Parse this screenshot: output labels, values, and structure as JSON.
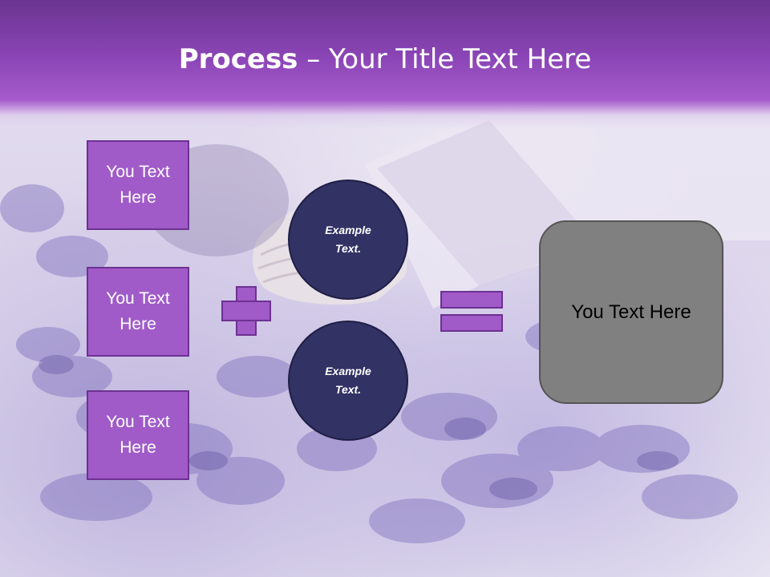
{
  "slide": {
    "title_strong": "Process",
    "title_rest": " – Your Title Text Here"
  },
  "left_boxes": [
    {
      "label": "You Text Here"
    },
    {
      "label": "You Text Here"
    },
    {
      "label": "You Text Here"
    }
  ],
  "circles": [
    {
      "label": "Example Text."
    },
    {
      "label": "Example Text."
    }
  ],
  "result": {
    "label": "You Text Here"
  },
  "colors": {
    "header_purple": "#8b45b6",
    "box_fill": "#a05bc8",
    "box_border": "#6d3192",
    "circle_fill": "#333264",
    "result_fill": "#808080"
  },
  "icons": [
    "plus-icon",
    "equals-icon"
  ]
}
